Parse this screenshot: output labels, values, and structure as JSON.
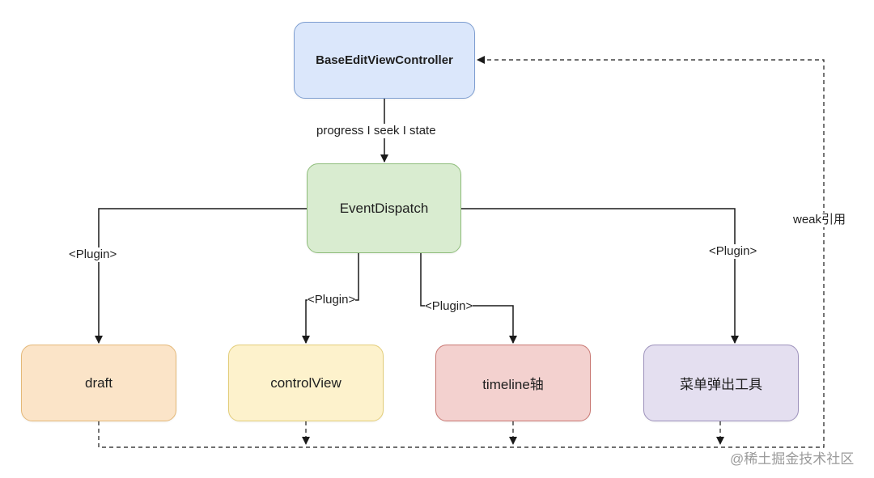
{
  "nodes": {
    "base": "BaseEditViewController",
    "event": "EventDispatch",
    "draft": "draft",
    "control": "controlView",
    "timeline": "timeline轴",
    "menu": "菜单弹出工具"
  },
  "edge_labels": {
    "progress": "progress I seek I state",
    "plugin_left": "<Plugin>",
    "plugin_control": "<Plugin>",
    "plugin_timeline": "<Plugin>",
    "plugin_right": "<Plugin>",
    "weak": "weak引用"
  },
  "watermark": "@稀土掘金技术社区",
  "colors": {
    "base_fill": "#dbe7fb",
    "event_fill": "#d9ecd0",
    "draft_fill": "#fbe4c8",
    "control_fill": "#fdf2cc",
    "timeline_fill": "#f3d1cf",
    "menu_fill": "#e4dff0"
  }
}
